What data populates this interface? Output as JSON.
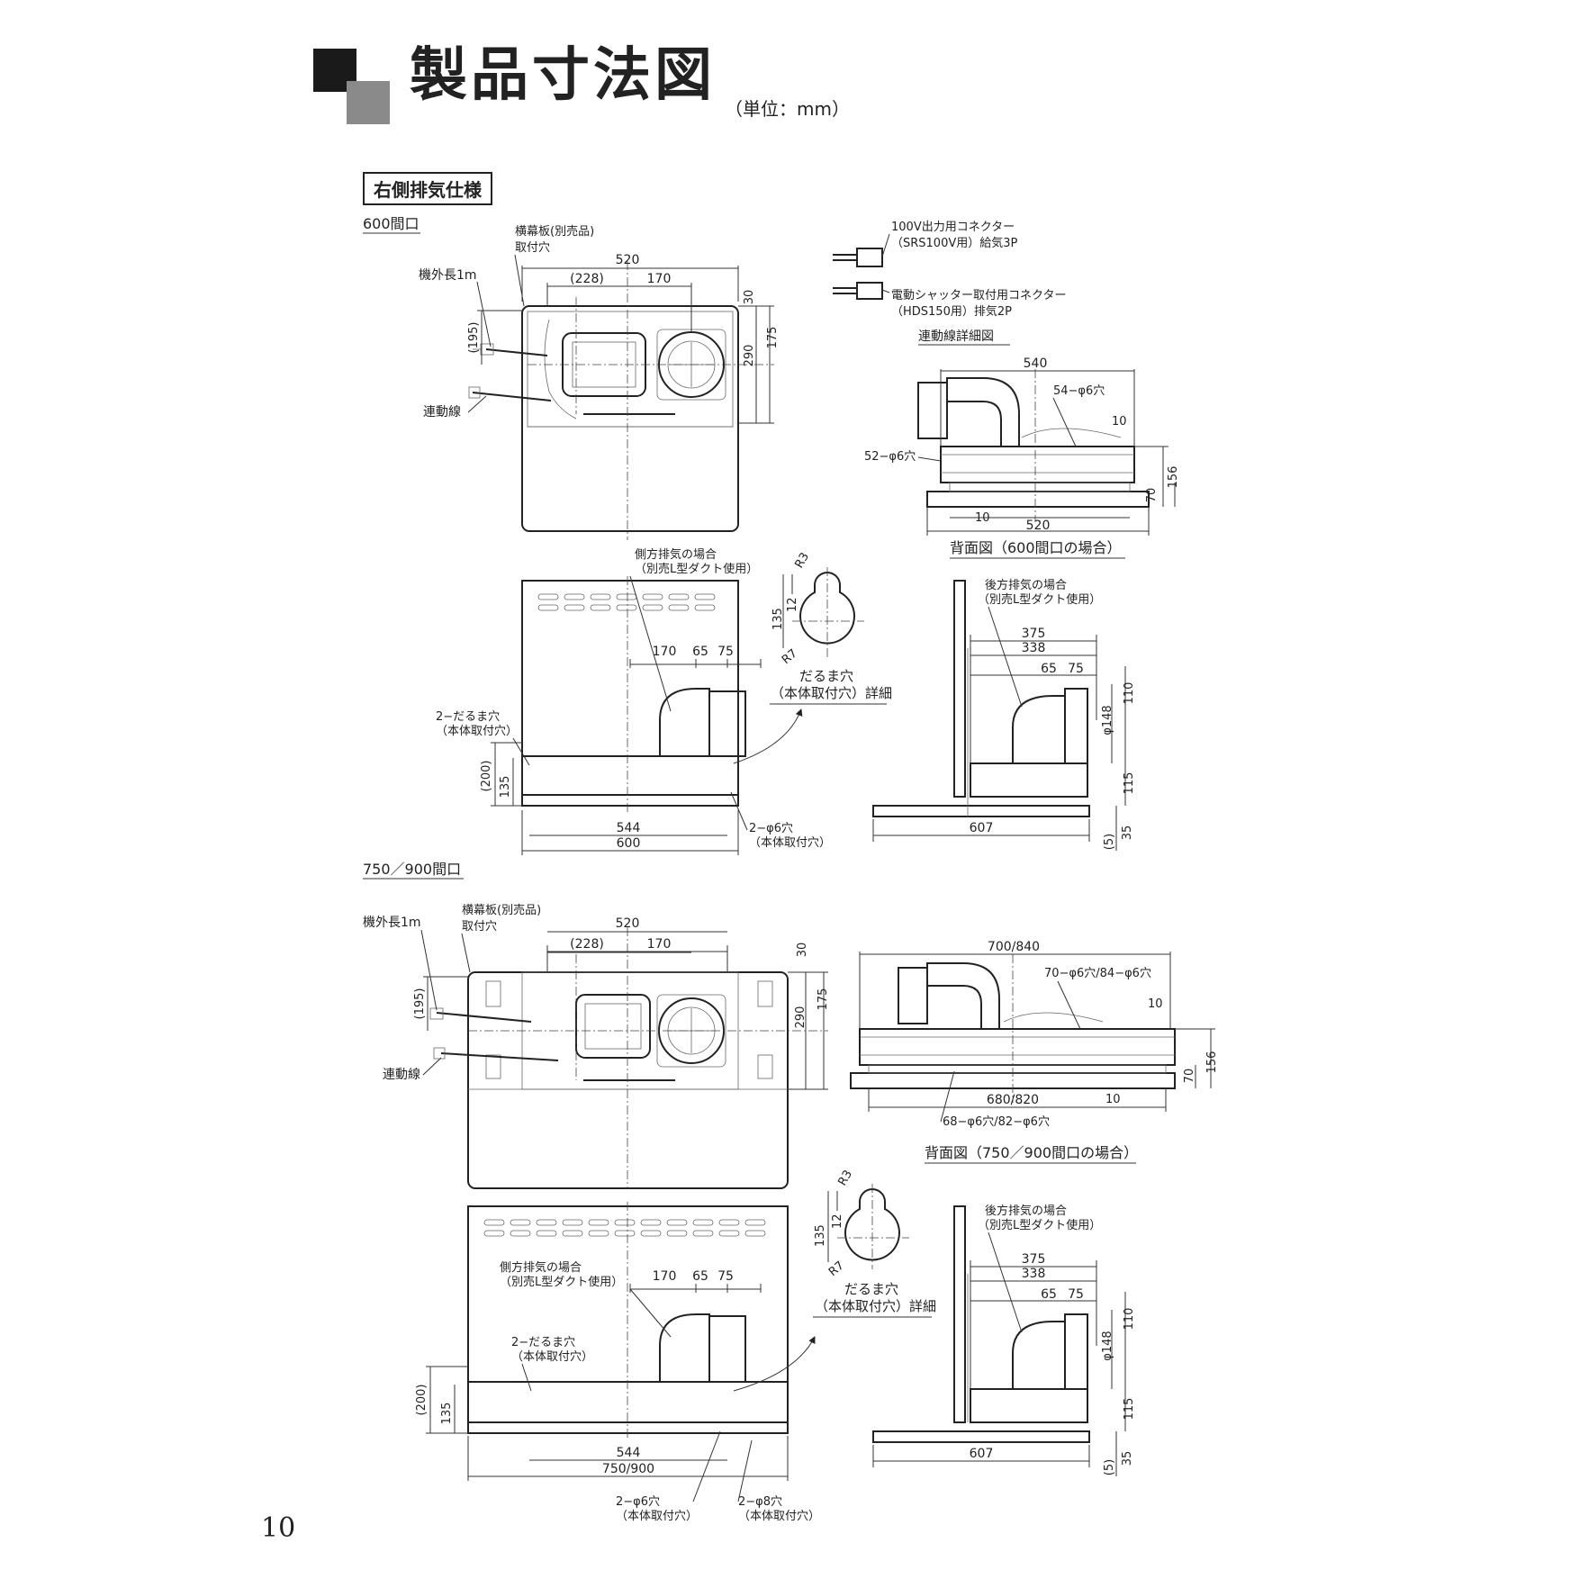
{
  "header": {
    "title": "製品寸法図",
    "unit": "（単位：mm）"
  },
  "section_label": "右側排気仕様",
  "page_number": "10",
  "block600": {
    "label": "600間口",
    "top": {
      "cord": "機外長1m",
      "plate1": "横幕板(別売品)",
      "plate2": "取付穴",
      "link": "連動線",
      "w520": "520",
      "w228": "(228)",
      "w170": "170",
      "h30": "30",
      "h175": "175",
      "h290": "290",
      "h195": "(195)"
    },
    "connectors": {
      "c1a": "100V出力用コネクター",
      "c1b": "（SRS100V用）給気3P",
      "c2a": "電動シャッター取付用コネクター",
      "c2b": "（HDS150用）排気2P",
      "caption": "連動線詳細図"
    },
    "back": {
      "w540": "540",
      "holes_top": "54−φ6穴",
      "d10a": "10",
      "holes_side": "52−φ6穴",
      "d10b": "10",
      "w520": "520",
      "h156": "156",
      "h70": "70",
      "caption": "背面図（600間口の場合）"
    },
    "front": {
      "side1": "側方排気の場合",
      "side2": "（別売L型ダクト使用）",
      "d170": "170",
      "d65": "65",
      "d75": "75",
      "daruma1": "2−だるま穴",
      "daruma2": "（本体取付穴）",
      "h200": "(200)",
      "h135": "135",
      "w544": "544",
      "w600": "600",
      "hole1": "2−φ6穴",
      "hole2": "（本体取付穴）"
    },
    "detail": {
      "r3": "R3",
      "d12": "12",
      "d135": "135",
      "r7": "R7",
      "cap1": "だるま穴",
      "cap2": "（本体取付穴）詳細"
    },
    "side": {
      "rear1": "後方排気の場合",
      "rear2": "（別売L型ダクト使用）",
      "d375": "375",
      "d338": "338",
      "d65": "65",
      "d75": "75",
      "d110": "110",
      "d148": "φ148",
      "d115": "115",
      "d607": "607",
      "d5": "(5)",
      "d35": "35"
    }
  },
  "block900": {
    "label": "750／900間口",
    "top": {
      "cord": "機外長1m",
      "plate1": "横幕板(別売品)",
      "plate2": "取付穴",
      "link": "連動線",
      "w520": "520",
      "w228": "(228)",
      "w170": "170",
      "h30": "30",
      "h175": "175",
      "h290": "290",
      "h195": "(195)"
    },
    "back": {
      "w700": "700/840",
      "holes_top": "70−φ6穴/84−φ6穴",
      "d10a": "10",
      "d10b": "10",
      "w680": "680/820",
      "holes_bottom": "68−φ6穴/82−φ6穴",
      "h156": "156",
      "h70": "70",
      "caption": "背面図（750／900間口の場合）"
    },
    "front": {
      "side1": "側方排気の場合",
      "side2": "（別売L型ダクト使用）",
      "d170": "170",
      "d65": "65",
      "d75": "75",
      "daruma1": "2−だるま穴",
      "daruma2": "（本体取付穴）",
      "h200": "(200)",
      "h135": "135",
      "w544": "544",
      "w750": "750/900",
      "hole1": "2−φ6穴",
      "hole2": "（本体取付穴）",
      "hole3": "2−φ8穴",
      "hole4": "（本体取付穴）"
    },
    "detail": {
      "r3": "R3",
      "d12": "12",
      "d135": "135",
      "r7": "R7",
      "cap1": "だるま穴",
      "cap2": "（本体取付穴）詳細"
    },
    "side": {
      "rear1": "後方排気の場合",
      "rear2": "（別売L型ダクト使用）",
      "d375": "375",
      "d338": "338",
      "d65": "65",
      "d75": "75",
      "d110": "110",
      "d148": "φ148",
      "d115": "115",
      "d607": "607",
      "d5": "(5)",
      "d35": "35"
    }
  }
}
